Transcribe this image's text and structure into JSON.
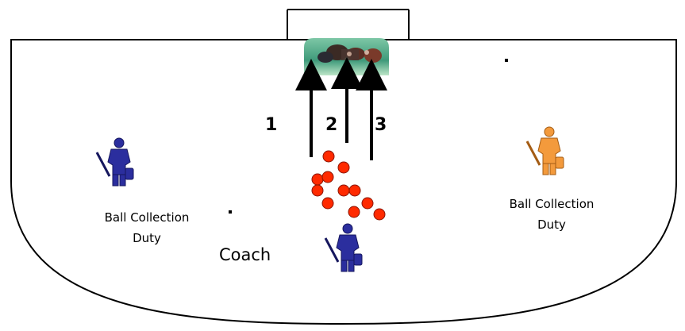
{
  "diagram": {
    "shot_numbers": [
      "1",
      "2",
      "3"
    ],
    "left_duty": {
      "line1": "Ball Collection",
      "line2": "Duty"
    },
    "right_duty": {
      "line1": "Ball Collection",
      "line2": "Duty"
    },
    "coach_label": "Coach",
    "colors": {
      "field_line": "#000000",
      "ball": "#ff2a00",
      "keeper_blue": "#2b2e9e",
      "keeper_orange": "#f39a3c",
      "arrow": "#000000"
    },
    "icons": [
      "goal-net-photo",
      "goalkeeper-icon",
      "ball-icon",
      "arrow-icon"
    ]
  }
}
